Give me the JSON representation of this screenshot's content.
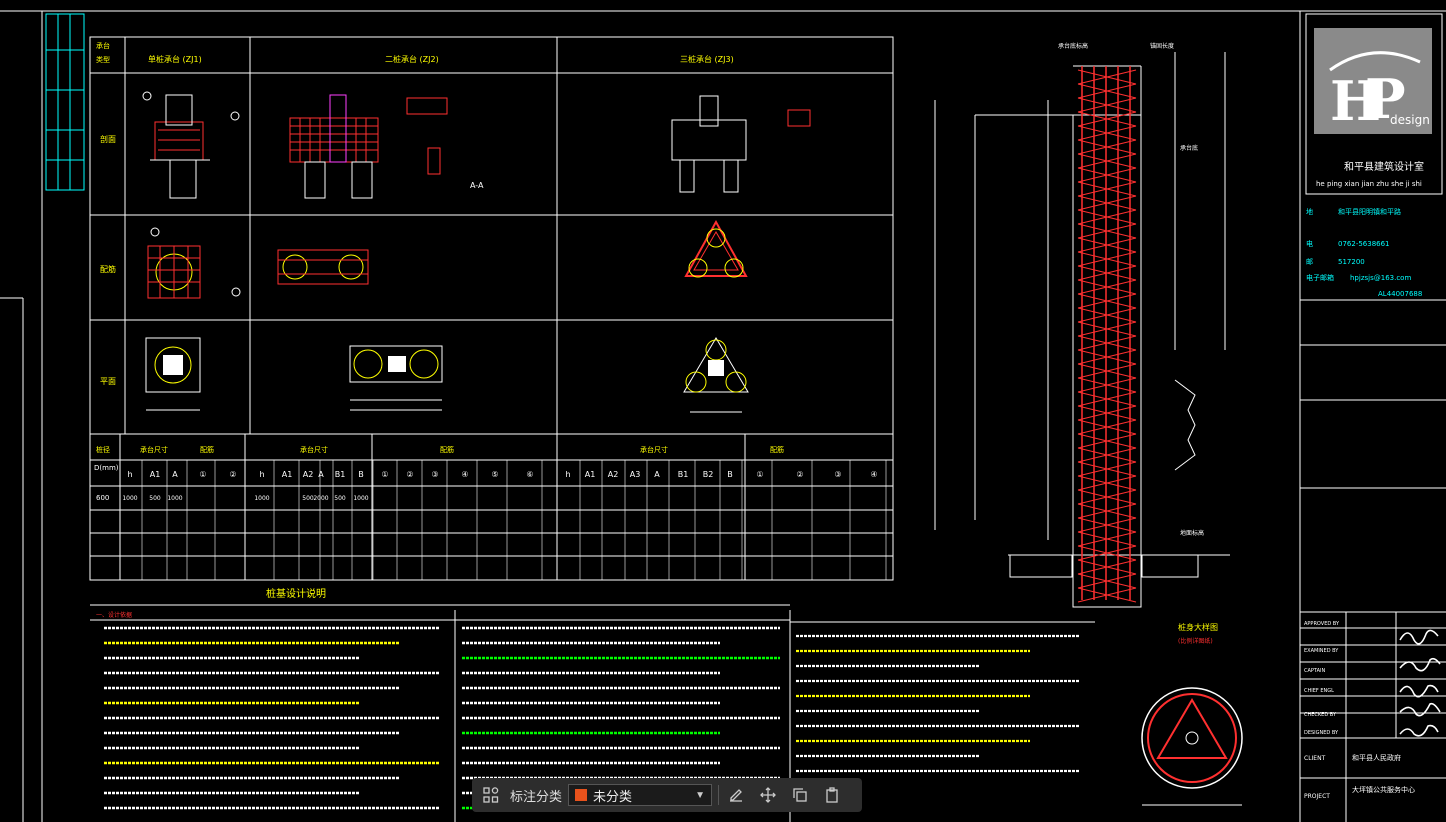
{
  "drawing": {
    "table_head": {
      "col_label": "承台\n类型",
      "type1": "单桩承台 (ZJ1)",
      "type2": "二桩承台 (ZJ2)",
      "type3": "三桩承台 (ZJ3)",
      "row1": "剖面",
      "row2": "配筋",
      "row3": "平面",
      "section_aa": "A-A"
    },
    "param_table": {
      "h1": "桩径",
      "h2": "D(mm)",
      "g_size1": "承台尺寸",
      "g_rebar1": "配筋",
      "g_size2": "承台尺寸",
      "g_rebar2": "配筋",
      "g_size3": "承台尺寸",
      "g_rebar3": "配筋",
      "cols": [
        "h",
        "A1",
        "A",
        "①",
        "②",
        "h",
        "A1",
        "A2",
        "A",
        "B1",
        "B",
        "①",
        "②",
        "③",
        "④",
        "⑤",
        "⑥",
        "h",
        "A1",
        "A2",
        "A3",
        "A",
        "B1",
        "B2",
        "B",
        "①",
        "②",
        "③",
        "④"
      ],
      "row_d": "600",
      "row_vals": [
        "1000",
        "500",
        "1000",
        "",
        "",
        "1000",
        "",
        "500",
        "2000",
        "500",
        "1000"
      ]
    },
    "notes": {
      "title": "桩基设计说明",
      "section1": "一、设计依据"
    },
    "pile": {
      "top_label": "承台底标高",
      "anchor_label": "锚固长度",
      "cap_bottom": "承台底",
      "ground": "地面标高",
      "section_title": "桩身大样图",
      "section_sub": "(比例详图纸)"
    }
  },
  "titleblock": {
    "logo_text": "design",
    "company": "和平县建筑设计室",
    "company_pinyin": "he ping xian jian zhu she ji shi",
    "address_label": "地",
    "address_value": "和平县阳明镇和平路",
    "phone_label": "电",
    "phone_value": "0762-5638661",
    "post_label": "邮",
    "post_value": "517200",
    "email_label": "电子邮箱",
    "email_value": "hpjzsjs@163.com",
    "cert_value": "AL44007688",
    "approved_by": "APPROVED BY",
    "examined_by": "EXAMINED BY",
    "captain": "CAPTAIN",
    "chief_engl": "CHIEF ENGL",
    "checked_by": "CHECKED BY",
    "designed_by": "DESIGNED BY",
    "client_label": "CLIENT",
    "client_value": "和平县人民政府",
    "project_label": "PROJECT",
    "project_value": "大坪镇公共服务中心"
  },
  "toolbar": {
    "label": "标注分类",
    "selected": "未分类",
    "swatch_color": "#e8521c"
  }
}
